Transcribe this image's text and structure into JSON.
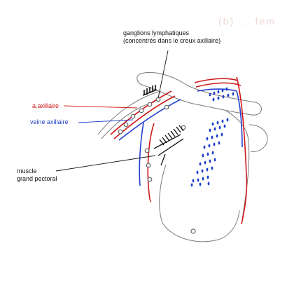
{
  "labels": {
    "ganglions_line1": "ganglions lymphatiques",
    "ganglions_line2": "(concentrés dans le creux axillaire)",
    "artere": "a.axillaire",
    "veine": "veine axillaire",
    "muscle_line1": "muscle",
    "muscle_line2": "grand pectoral"
  },
  "faint_header": "(b) ... fem",
  "colors": {
    "artery": "#d01818",
    "vein": "#1f3fcf",
    "lymph": "#1f3fcf",
    "outline": "#7a7a7a",
    "ink": "#111111"
  }
}
